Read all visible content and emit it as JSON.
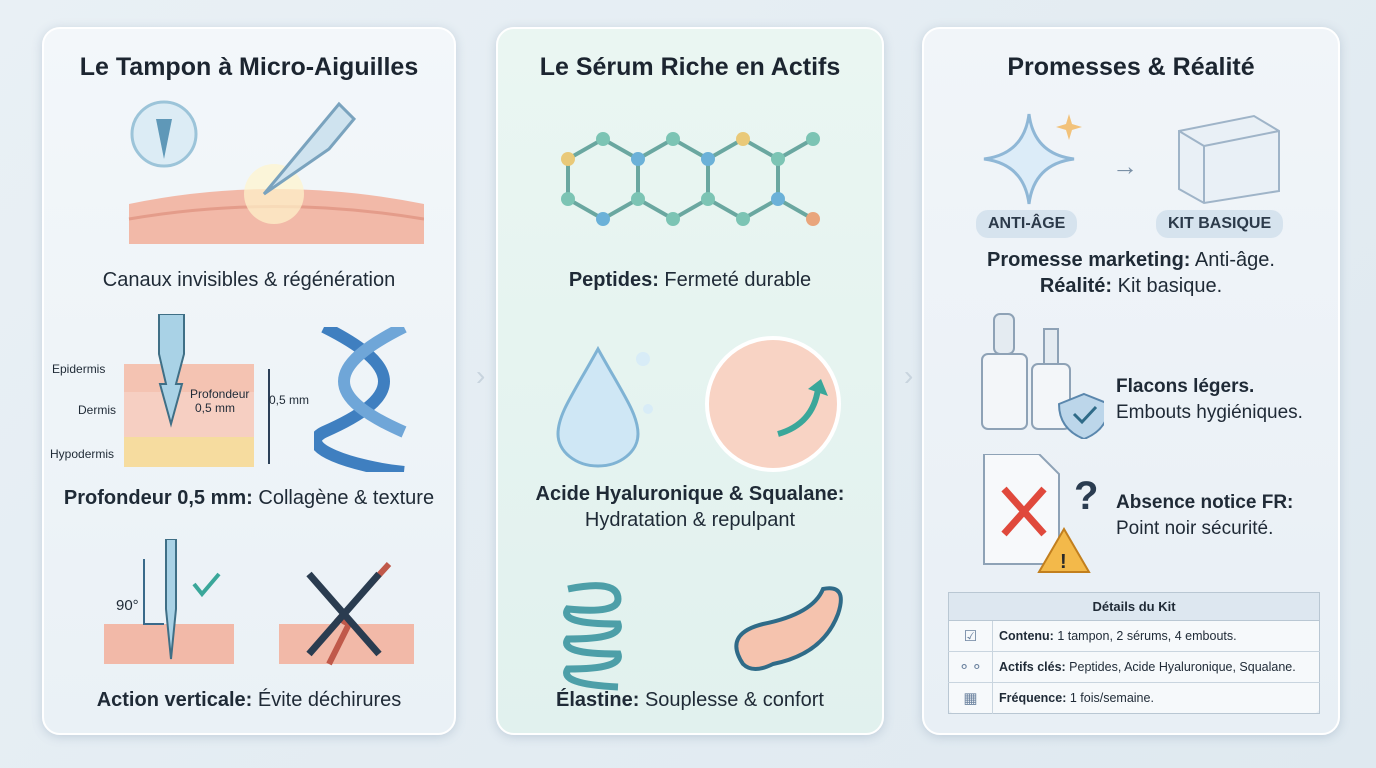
{
  "panel1": {
    "title": "Le Tampon à Micro-Aiguilles",
    "caption1": "Canaux invisibles & régénération",
    "caption2_bold": "Profondeur 0,5 mm:",
    "caption2_text": " Collagène & texture",
    "caption3_bold": "Action verticale:",
    "caption3_text": " Évite déchirures",
    "diagram": {
      "epidermis": "Epidermis",
      "dermis": "Dermis",
      "hypodermis": "Hypodermis",
      "depth_label": "Profondeur 0,5 mm",
      "depth_value": "0,5 mm",
      "angle": "90°"
    }
  },
  "panel2": {
    "title": "Le Sérum Riche en Actifs",
    "caption1_bold": "Peptides:",
    "caption1_text": " Fermeté durable",
    "caption2_bold": "Acide Hyaluronique & Squalane:",
    "caption2_text": "Hydratation & repulpant",
    "caption3_bold": "Élastine:",
    "caption3_text": " Souplesse & confort"
  },
  "panel3": {
    "title": "Promesses & Réalité",
    "badge_left": "ANTI-ÂGE",
    "badge_right": "KIT BASIQUE",
    "promise_bold": "Promesse marketing:",
    "promise_text": " Anti-âge.",
    "reality_bold": "Réalité:",
    "reality_text": " Kit basique.",
    "bottles_line1": "Flacons légers.",
    "bottles_line2": "Embouts hygiéniques.",
    "notice_bold": "Absence notice FR:",
    "notice_text": "Point noir sécurité.",
    "table": {
      "header": "Détails du Kit",
      "rows": [
        {
          "icon": "checkbox-icon",
          "label": "Contenu:",
          "value": " 1 tampon, 2 sérums, 4 embouts."
        },
        {
          "icon": "molecule-icon",
          "label": "Actifs clés:",
          "value": " Peptides, Acide Hyaluronique, Squalane."
        },
        {
          "icon": "calendar-icon",
          "label": "Fréquence:",
          "value": " 1 fois/semaine."
        }
      ]
    }
  },
  "colors": {
    "skin": "#f2b9a8",
    "needle": "#8fc3dc",
    "accent_teal": "#3aa79a",
    "danger": "#e0493c",
    "molecule": "#7cc4b4"
  }
}
